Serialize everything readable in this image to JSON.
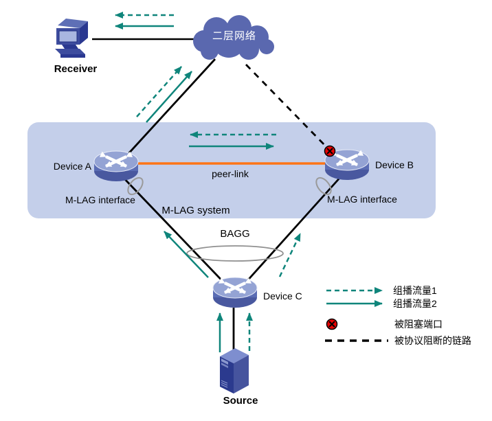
{
  "nodes": {
    "receiver": {
      "label": "Receiver"
    },
    "cloud": {
      "label": "二层网络"
    },
    "device_a": {
      "label": "Device A"
    },
    "device_b": {
      "label": "Device B"
    },
    "device_c": {
      "label": "Device C"
    },
    "source": {
      "label": "Source"
    }
  },
  "labels": {
    "peer_link": "peer-link",
    "mlag_interface_left": "M-LAG interface",
    "mlag_interface_right": "M-LAG interface",
    "mlag_system": "M-LAG system",
    "bagg": "BAGG"
  },
  "legend": {
    "items": [
      {
        "icon": "dashed-teal-arrow",
        "label": "组播流量1"
      },
      {
        "icon": "solid-teal-arrow",
        "label": "组播流量2"
      },
      {
        "icon": "blocked-port",
        "label": "被阻塞端口"
      },
      {
        "icon": "protocol-blocked-link",
        "label": "被协议阻断的链路"
      }
    ]
  },
  "colors": {
    "traffic_teal": "#0F857B",
    "node_blue": "#5A68AF",
    "router_top_blue": "#94A3D4",
    "router_body_blue": "#5A6CB4",
    "band_blue": "#C4CFEA",
    "peer_link_orange": "#FF7516",
    "blocked_red": "#E60202",
    "link_black": "#000000"
  }
}
